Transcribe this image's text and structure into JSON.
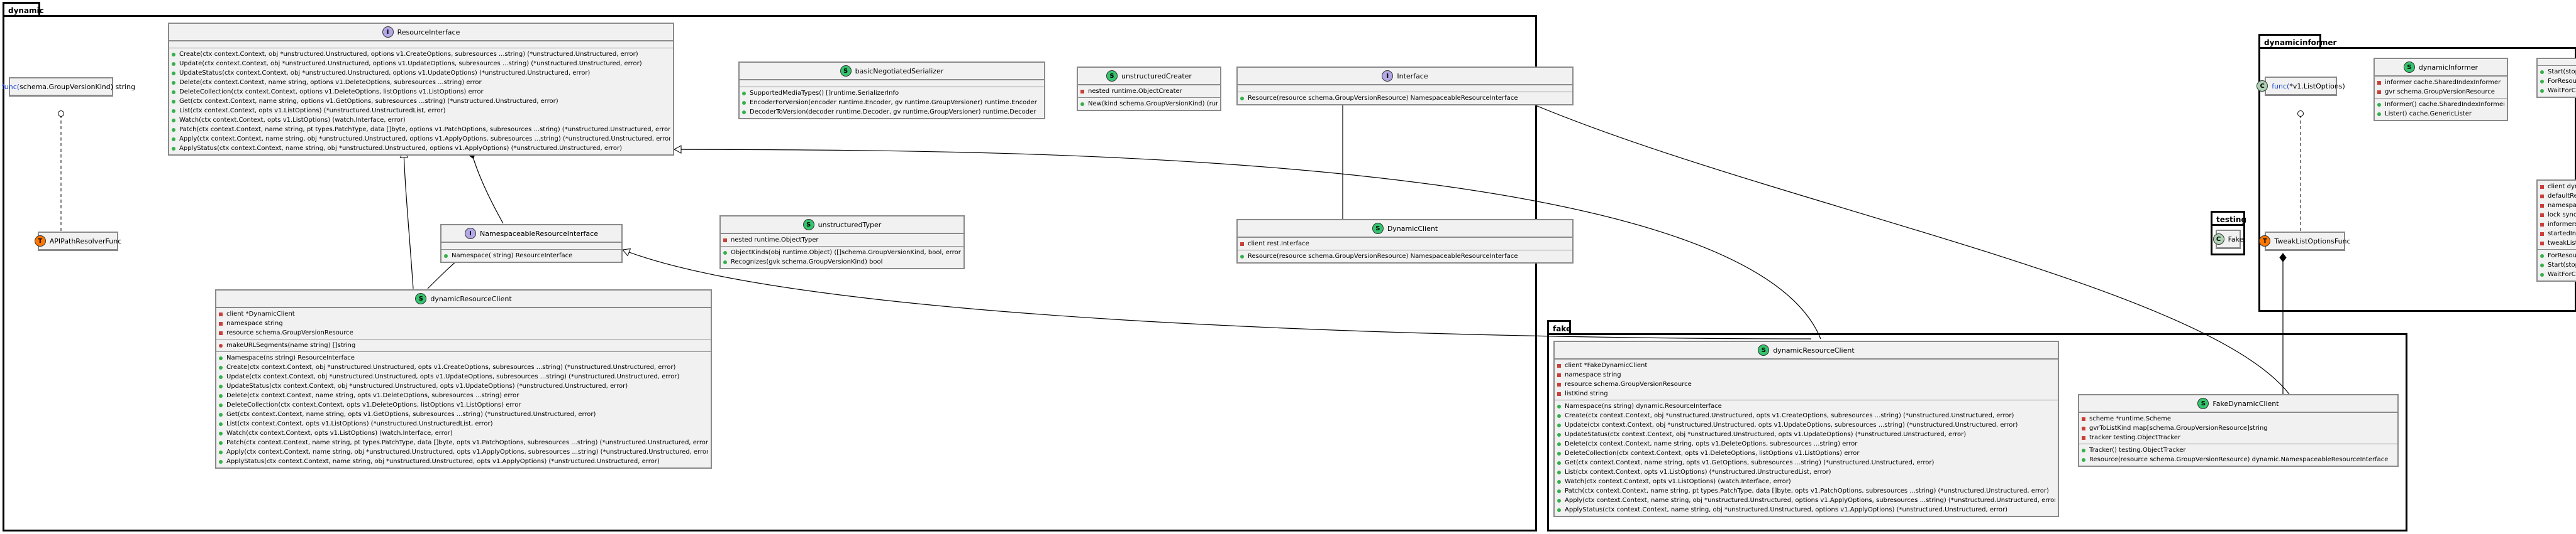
{
  "packages": {
    "dynamic": "dynamic",
    "dynamicinformer": "dynamicinformer",
    "testing": "testing",
    "fake": "fake"
  },
  "classes": {
    "gvkString": {
      "stereo": "C",
      "pre": "func(",
      "kw": "schema.GroupVersionKind",
      "post": ") string",
      "fields": [],
      "methods": []
    },
    "apiPathResolverFunc": {
      "stereo": "T",
      "name": "APIPathResolverFunc",
      "fields": [],
      "methods": []
    },
    "resourceInterface": {
      "stereo": "I",
      "name": "ResourceInterface",
      "fields": [],
      "methods": [
        "Create(ctx context.Context, obj *unstructured.Unstructured, options v1.CreateOptions, subresources ...string) (*unstructured.Unstructured, error)",
        "Update(ctx context.Context, obj *unstructured.Unstructured, options v1.UpdateOptions, subresources ...string) (*unstructured.Unstructured, error)",
        "UpdateStatus(ctx context.Context, obj *unstructured.Unstructured, options v1.UpdateOptions) (*unstructured.Unstructured, error)",
        "Delete(ctx context.Context, name string, options v1.DeleteOptions, subresources ...string) error",
        "DeleteCollection(ctx context.Context, options v1.DeleteOptions, listOptions v1.ListOptions) error",
        "Get(ctx context.Context, name string, options v1.GetOptions, subresources ...string) (*unstructured.Unstructured, error)",
        "List(ctx context.Context, opts v1.ListOptions) (*unstructured.UnstructuredList, error)",
        "Watch(ctx context.Context, opts v1.ListOptions) (watch.Interface, error)",
        "Patch(ctx context.Context, name string, pt types.PatchType, data []byte, options v1.PatchOptions, subresources ...string) (*unstructured.Unstructured, error)",
        "Apply(ctx context.Context, name string, obj *unstructured.Unstructured, options v1.ApplyOptions, subresources ...string) (*unstructured.Unstructured, error)",
        "ApplyStatus(ctx context.Context, name string, obj *unstructured.Unstructured, options v1.ApplyOptions) (*unstructured.Unstructured, error)"
      ]
    },
    "basicNegotiatedSerializer": {
      "stereo": "S",
      "name": "basicNegotiatedSerializer",
      "fields": [],
      "methods": [
        "SupportedMediaTypes() []runtime.SerializerInfo",
        "EncoderForVersion(encoder runtime.Encoder, gv runtime.GroupVersioner) runtime.Encoder",
        "DecoderToVersion(decoder runtime.Decoder, gv runtime.GroupVersioner) runtime.Decoder"
      ]
    },
    "unstructuredCreater": {
      "stereo": "S",
      "name": "unstructuredCreater",
      "fields": [
        "nested runtime.ObjectCreater"
      ],
      "methods": [
        "New(kind schema.GroupVersionKind) (runtime.Object, error)"
      ]
    },
    "interfaceCls": {
      "stereo": "I",
      "name": "Interface",
      "fields": [],
      "methods": [
        "Resource(resource schema.GroupVersionResource) NamespaceableResourceInterface"
      ]
    },
    "namespaceableResourceInterface": {
      "stereo": "I",
      "name": "NamespaceableResourceInterface",
      "fields": [],
      "methods": [
        "Namespace( string) ResourceInterface"
      ]
    },
    "unstructuredTyper": {
      "stereo": "S",
      "name": "unstructuredTyper",
      "fields": [
        "nested runtime.ObjectTyper"
      ],
      "methods": [
        "ObjectKinds(obj runtime.Object) ([]schema.GroupVersionKind, bool, error)",
        "Recognizes(gvk schema.GroupVersionKind) bool"
      ]
    },
    "dynamicClient": {
      "stereo": "S",
      "name": "DynamicClient",
      "fields": [
        "client rest.Interface"
      ],
      "methods": [
        "Resource(resource schema.GroupVersionResource) NamespaceableResourceInterface"
      ]
    },
    "dynamicResourceClient": {
      "stereo": "S",
      "name": "dynamicResourceClient",
      "fields": [
        {
          "v": "prv",
          "t": "client *DynamicClient"
        },
        {
          "v": "prv",
          "t": "namespace string"
        },
        {
          "v": "prv",
          "t": "resource schema.GroupVersionResource"
        }
      ],
      "private_methods": [
        "makeURLSegments(name string) []string"
      ],
      "methods": [
        "Namespace(ns string) ResourceInterface",
        "Create(ctx context.Context, obj *unstructured.Unstructured, opts v1.CreateOptions, subresources ...string) (*unstructured.Unstructured, error)",
        "Update(ctx context.Context, obj *unstructured.Unstructured, opts v1.UpdateOptions, subresources ...string) (*unstructured.Unstructured, error)",
        "UpdateStatus(ctx context.Context, obj *unstructured.Unstructured, opts v1.UpdateOptions) (*unstructured.Unstructured, error)",
        "Delete(ctx context.Context, name string, opts v1.DeleteOptions, subresources ...string) error",
        "DeleteCollection(ctx context.Context, opts v1.DeleteOptions, listOptions v1.ListOptions) error",
        "Get(ctx context.Context, name string, opts v1.GetOptions, subresources ...string) (*unstructured.Unstructured, error)",
        "List(ctx context.Context, opts v1.ListOptions) (*unstructured.UnstructuredList, error)",
        "Watch(ctx context.Context, opts v1.ListOptions) (watch.Interface, error)",
        "Patch(ctx context.Context, name string, pt types.PatchType, data []byte, opts v1.PatchOptions, subresources ...string) (*unstructured.Unstructured, error)",
        "Apply(ctx context.Context, name string, obj *unstructured.Unstructured, opts v1.ApplyOptions, subresources ...string) (*unstructured.Unstructured, error)",
        "ApplyStatus(ctx context.Context, name string, obj *unstructured.Unstructured, opts v1.ApplyOptions) (*unstructured.Unstructured, error)"
      ]
    },
    "fakeDynamicResourceClient": {
      "stereo": "S",
      "name": "dynamicResourceClient",
      "fields": [
        {
          "v": "prv",
          "t": "client *FakeDynamicClient"
        },
        {
          "v": "prv",
          "t": "namespace string"
        },
        {
          "v": "prv",
          "t": "resource schema.GroupVersionResource"
        },
        {
          "v": "prv",
          "t": "listKind string"
        }
      ],
      "methods": [
        "Namespace(ns string) dynamic.ResourceInterface",
        "Create(ctx context.Context, obj *unstructured.Unstructured, opts v1.CreateOptions, subresources ...string) (*unstructured.Unstructured, error)",
        "Update(ctx context.Context, obj *unstructured.Unstructured, opts v1.UpdateOptions, subresources ...string) (*unstructured.Unstructured, error)",
        "UpdateStatus(ctx context.Context, obj *unstructured.Unstructured, opts v1.UpdateOptions) (*unstructured.Unstructured, error)",
        "Delete(ctx context.Context, name string, opts v1.DeleteOptions, subresources ...string) error",
        "DeleteCollection(ctx context.Context, opts v1.DeleteOptions, listOptions v1.ListOptions) error",
        "Get(ctx context.Context, name string, opts v1.GetOptions, subresources ...string) (*unstructured.Unstructured, error)",
        "List(ctx context.Context, opts v1.ListOptions) (*unstructured.UnstructuredList, error)",
        "Watch(ctx context.Context, opts v1.ListOptions) (watch.Interface, error)",
        "Patch(ctx context.Context, name string, pt types.PatchType, data []byte, opts v1.PatchOptions, subresources ...string) (*unstructured.Unstructured, error)",
        "Apply(ctx context.Context, name string, obj *unstructured.Unstructured, options v1.ApplyOptions, subresources ...string) (*unstructured.Unstructured, error)",
        "ApplyStatus(ctx context.Context, name string, obj *unstructured.Unstructured, options v1.ApplyOptions) (*unstructured.Unstructured, error)"
      ]
    },
    "fakeDynamicClient": {
      "stereo": "S",
      "name": "FakeDynamicClient",
      "fields": [
        {
          "v": "prv",
          "t": "scheme *runtime.Scheme"
        },
        {
          "v": "prv",
          "t": "gvrToListKind map[schema.GroupVersionResource]string",
          "kw": "map"
        },
        {
          "v": "prv",
          "t": "tracker testing.ObjectTracker"
        }
      ],
      "methods": [
        "Tracker() testing.ObjectTracker",
        "Resource(resource schema.GroupVersionResource) dynamic.NamespaceableResourceInterface"
      ]
    },
    "fakeCls": {
      "stereo": "C",
      "name": "Fake",
      "fields": [],
      "methods": []
    },
    "funcListOptions": {
      "stereo": "C",
      "pre": "func(",
      "kw": "*v1.ListOptions",
      "post": ")",
      "fields": [],
      "methods": []
    },
    "tweakListOptionsFunc": {
      "stereo": "T",
      "name": "TweakListOptionsFunc",
      "fields": [],
      "methods": []
    },
    "dynamicInformer": {
      "stereo": "S",
      "name": "dynamicInformer",
      "fields": [
        {
          "v": "prv",
          "t": "informer cache.SharedIndexInformer"
        },
        {
          "v": "prv",
          "t": "gvr schema.GroupVersionResource"
        }
      ],
      "methods": [
        "Informer() cache.SharedIndexInformer",
        "Lister() cache.GenericLister"
      ]
    },
    "partialTopRight": {
      "fields": [],
      "methods": [
        "Start(stop",
        "ForResource",
        "WaitForC"
      ]
    },
    "partialBottomRight": {
      "fields": [
        {
          "v": "prv",
          "t": "client dyn"
        },
        {
          "v": "prv",
          "t": "defaultRes"
        },
        {
          "v": "prv",
          "t": "namespace"
        },
        {
          "v": "prv",
          "t": "lock sync."
        },
        {
          "v": "prv",
          "t": "informers"
        },
        {
          "v": "prv",
          "t": "startedInf"
        },
        {
          "v": "prv",
          "t": "tweakListO"
        }
      ],
      "methods": [
        "ForResour",
        "Start(stop",
        "WaitForC"
      ]
    }
  }
}
